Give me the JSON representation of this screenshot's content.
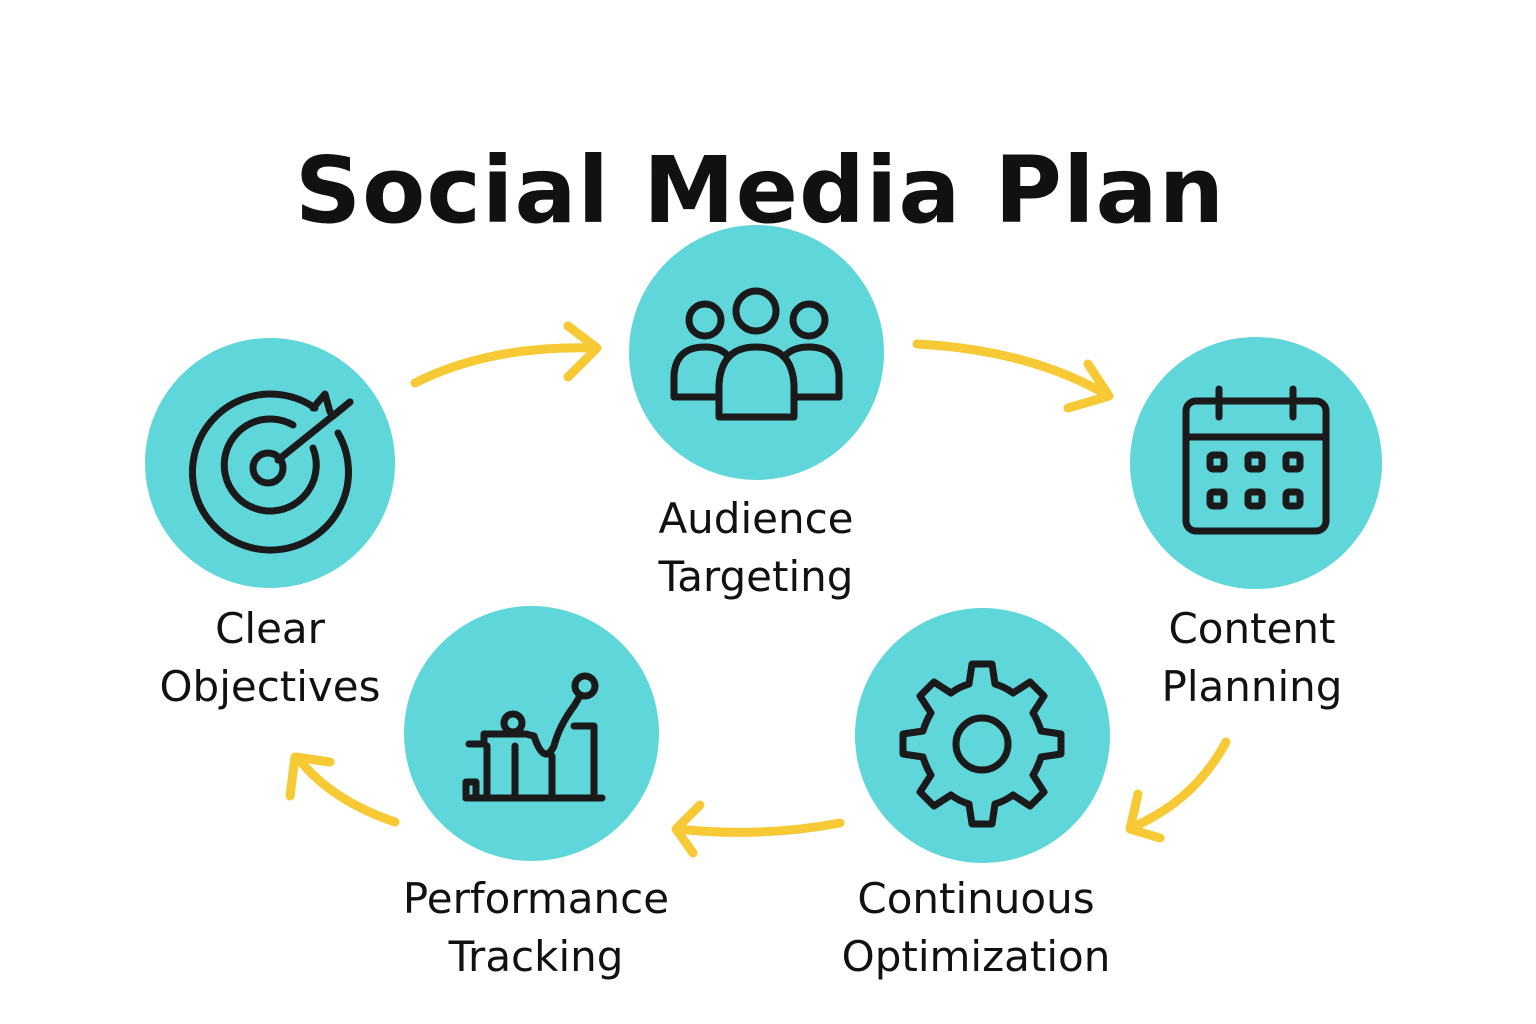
{
  "title": "Social Media Plan",
  "colors": {
    "circle": "#5fd6da",
    "arrow": "#f7c934",
    "icon": "#1a1a1a"
  },
  "steps": [
    {
      "line1": "Clear",
      "line2": "Objectives",
      "icon": "target-icon"
    },
    {
      "line1": "Audience",
      "line2": "Targeting",
      "icon": "people-icon"
    },
    {
      "line1": "Content",
      "line2": "Planning",
      "icon": "calendar-icon"
    },
    {
      "line1": "Continuous",
      "line2": "Optimization",
      "icon": "gear-icon"
    },
    {
      "line1": "Performance",
      "line2": "Tracking",
      "icon": "chart-icon"
    }
  ]
}
